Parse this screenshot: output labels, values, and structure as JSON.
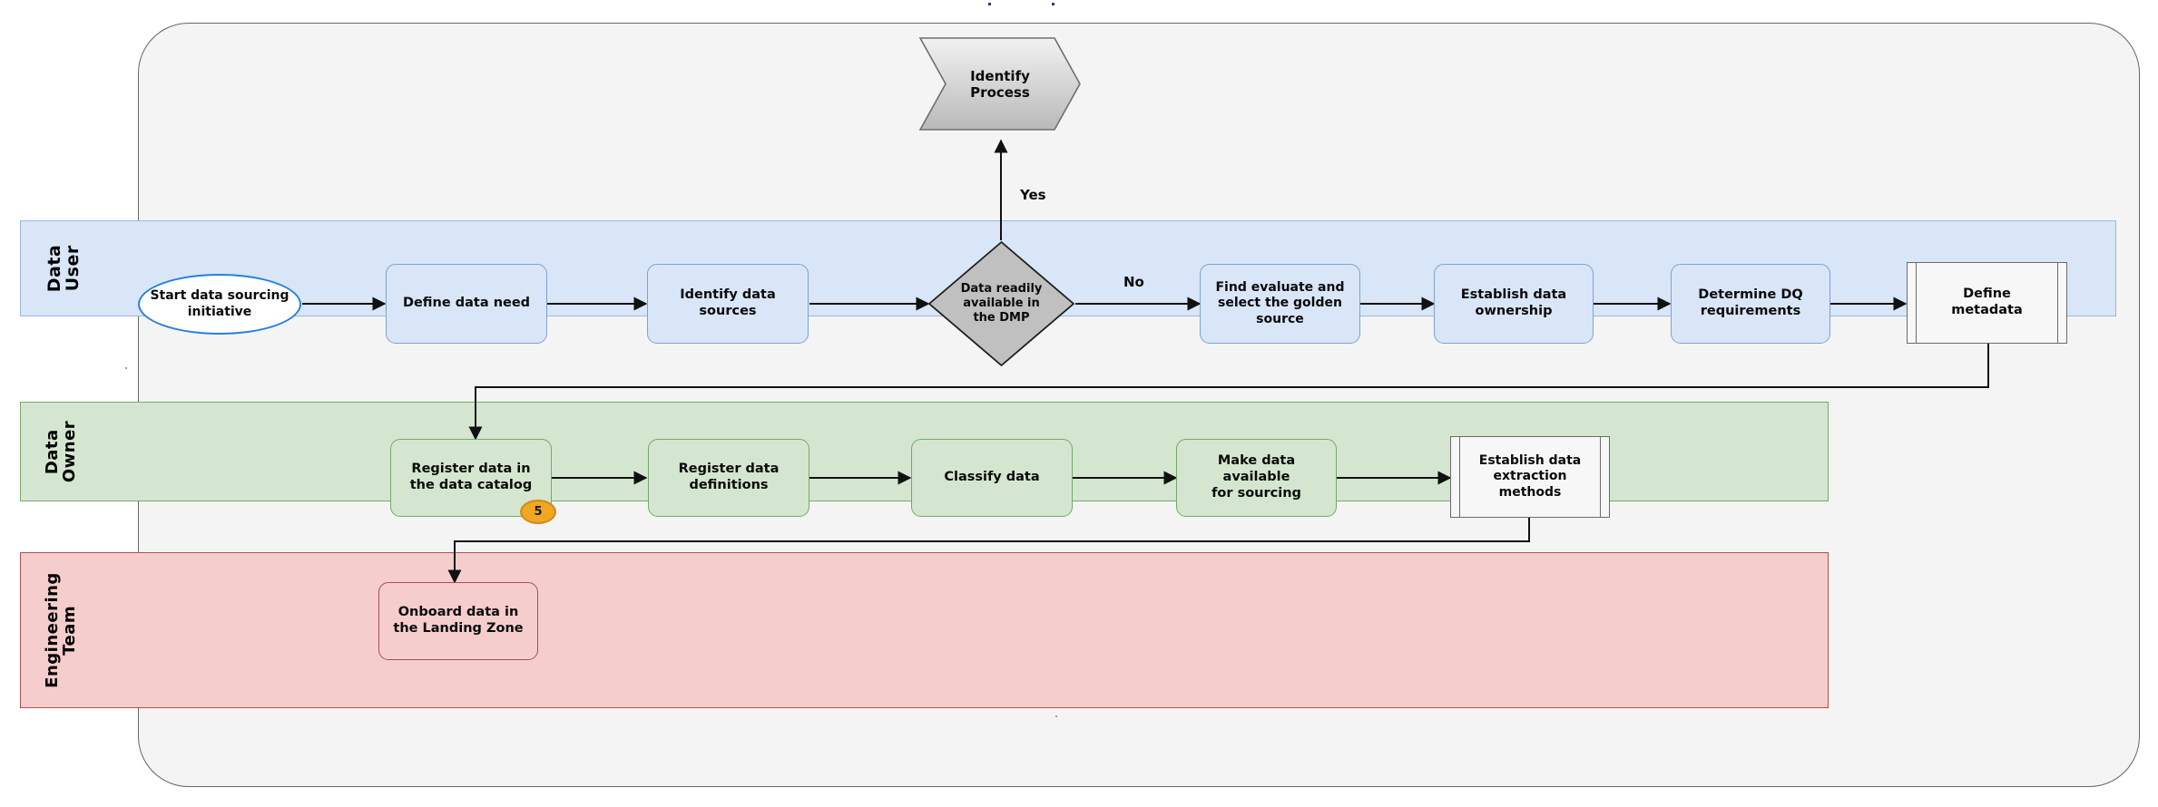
{
  "diagram": {
    "title": "Data sourcing process swimlane",
    "colors": {
      "lane_user_fill": "#d8e6f8",
      "lane_user_border": "#9ab8dd",
      "lane_owner_fill": "#d4e6cf",
      "lane_owner_border": "#76aa6a",
      "lane_eng_fill": "#f5cdcd",
      "lane_eng_border": "#b05050",
      "decision_fill": "#c0c0c0",
      "badge_fill": "#f0a723",
      "canvas_fill": "#f4f4f4",
      "start_border": "#2a7fdd"
    },
    "lanes": [
      {
        "id": "data-user",
        "label": "Data User"
      },
      {
        "id": "data-owner",
        "label": "Data\nOwner"
      },
      {
        "id": "engineering-team",
        "label": "Engineering\nTeam"
      }
    ],
    "nodes": {
      "identify_process": "Identify\nProcess",
      "start": "Start data sourcing\ninitiative",
      "define_data_need": "Define data need",
      "identify_data_sources": "Identify data\nsources",
      "decision_dmp": "Data readily\navailable in\nthe DMP",
      "find_golden_source": "Find evaluate and\nselect the golden\nsource",
      "establish_ownership": "Establish data\nownership",
      "determine_dq": "Determine DQ\nrequirements",
      "define_metadata": "Define\nmetadata",
      "register_data_catalog": "Register data in\nthe data catalog",
      "register_definitions": "Register data\ndefinitions",
      "classify_data": "Classify data",
      "make_data_available": "Make data available\nfor sourcing",
      "establish_extraction": "Establish data\nextraction\nmethods",
      "onboard_landing_zone": "Onboard data in\nthe Landing Zone"
    },
    "badges": {
      "register_data_catalog_count": "5"
    },
    "edge_labels": {
      "yes": "Yes",
      "no": "No"
    }
  }
}
